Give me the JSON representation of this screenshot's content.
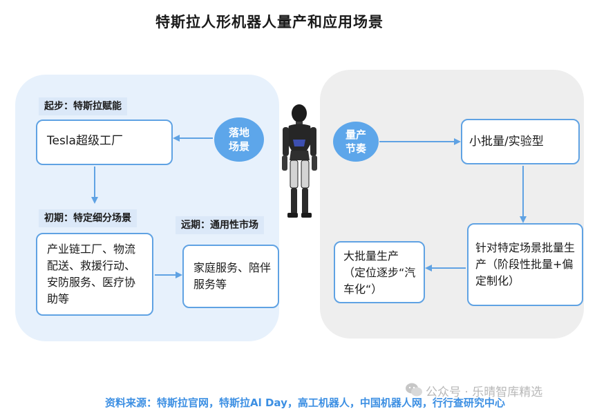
{
  "title": "特斯拉人形机器人量产和应用场景",
  "left": {
    "tag_start": "起步：特斯拉赋能",
    "box_tesla": "Tesla超级工厂",
    "tag_initial": "初期：特定细分场景",
    "box_industry": "产业链工厂、物流配送、救援行动、安防服务、医疗协助等",
    "tag_long_term": "远期：通用性市场",
    "box_home": "家庭服务、陪伴服务等",
    "bubble": "落地场景"
  },
  "right": {
    "bubble": "量产节奏",
    "box_small_batch": "小批量/实验型",
    "box_specific": "针对特定场景批量生产（阶段性批量+偏定制化）",
    "box_mass": "大批量生产（定位逐步“汽车化“）"
  },
  "watermark": "公众号 · 乐晴智库精选",
  "source": "资料来源：特斯拉官网，特斯拉Al Day，高工机器人，中国机器人网，行行查研究中心",
  "colors": {
    "accent": "#5fa2e3",
    "left_panel": "#e7f1fc",
    "right_panel": "#eeeeee",
    "source_text": "#3c8fe3"
  }
}
